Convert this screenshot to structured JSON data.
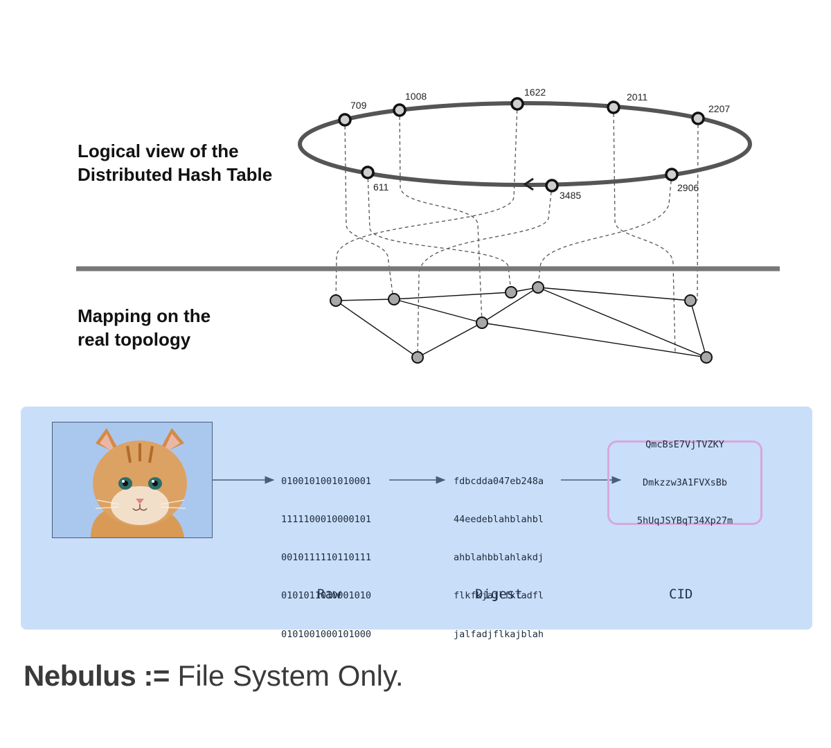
{
  "dht": {
    "logical_label": [
      "Logical view of the",
      "Distributed Hash Table"
    ],
    "mapping_label": [
      "Mapping on the",
      "real topology"
    ],
    "ring_node_ids": [
      "709",
      "1008",
      "1622",
      "2011",
      "2207",
      "611",
      "3485",
      "2906"
    ]
  },
  "pipeline": {
    "raw_lines": [
      "0100101001010001",
      "1111100010000101",
      "0010111110110111",
      "0101011010001010",
      "0101001000101000"
    ],
    "digest_lines": [
      "fdbcdda047eb248a",
      "44eedeblahblahbl",
      "ahblahbblahlakdj",
      "flkfkjajlfkfadfl",
      "jalfadjflkajblah"
    ],
    "cid_lines": [
      "QmcBsE7VjTVZKY",
      "Dmkzzw3A1FVXsBb",
      "5hUqJSYBqT34Xp27m"
    ],
    "stage_labels": [
      "Raw",
      "Digest",
      "CID"
    ],
    "panel_color": "#c9def9",
    "cid_border_color": "#d7a8dc"
  },
  "caption": {
    "bold": "Nebulus :=",
    "rest": " File System Only."
  }
}
